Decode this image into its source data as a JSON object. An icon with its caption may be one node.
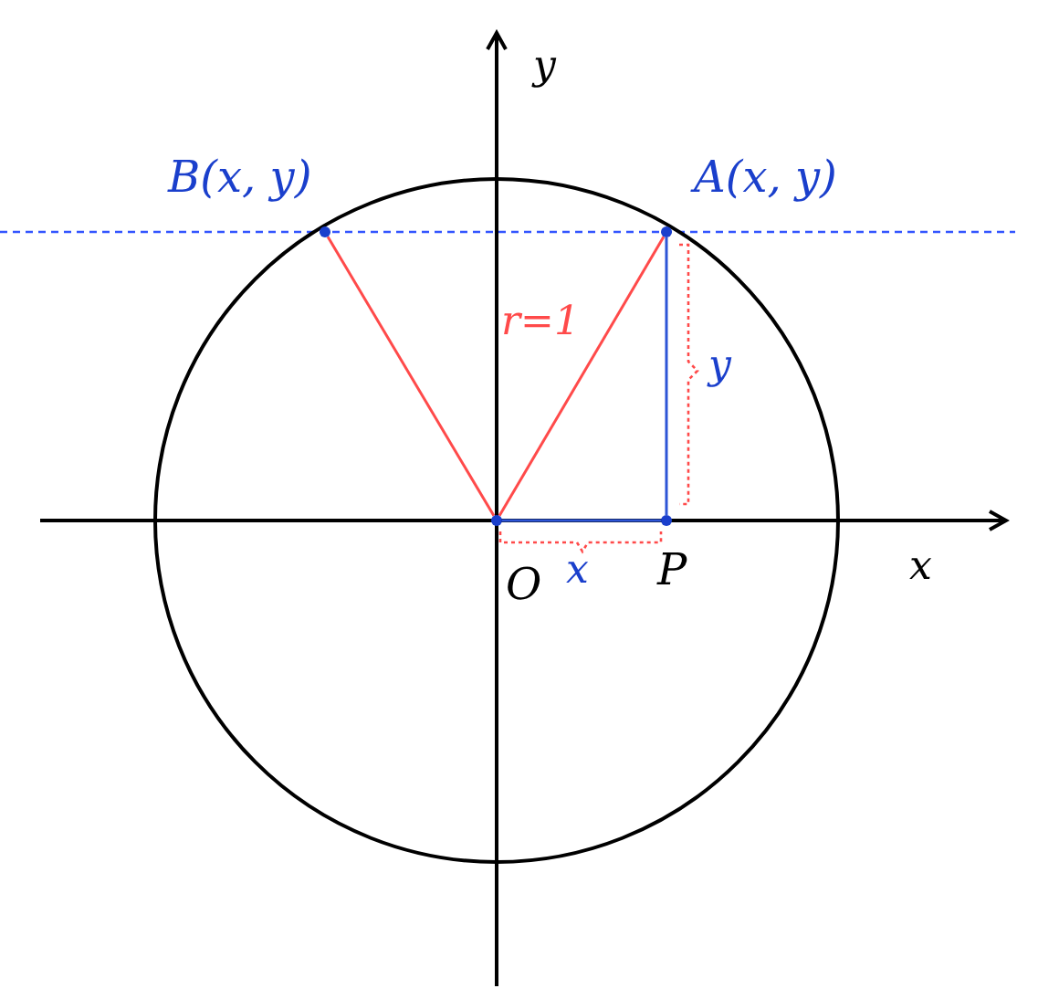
{
  "diagram": {
    "nodes": [
      {
        "text": [],
        "shape": "circle",
        "beside": [
          "B(x, y)"
        ]
      },
      {
        "text": [],
        "shape": "circle",
        "beside": [
          "A(x, y)"
        ]
      },
      {
        "text": [],
        "shape": "circle",
        "beside": [
          "O"
        ]
      },
      {
        "text": [],
        "shape": "circle",
        "beside": [
          "P"
        ]
      }
    ],
    "edges": [
      {
        "from": 2,
        "to": 1,
        "arrow": "none",
        "label": "r=1",
        "color": "#ff4a4a"
      },
      {
        "from": 2,
        "to": 0,
        "arrow": "none",
        "color": "#ff4a4a"
      },
      {
        "from": 1,
        "to": 3,
        "arrow": "none",
        "color": "#2d55d6"
      },
      {
        "from": 2,
        "to": 3,
        "arrow": "none",
        "color": "#2d55d6"
      }
    ],
    "labels": [
      "y",
      "x",
      "y",
      "x"
    ]
  }
}
